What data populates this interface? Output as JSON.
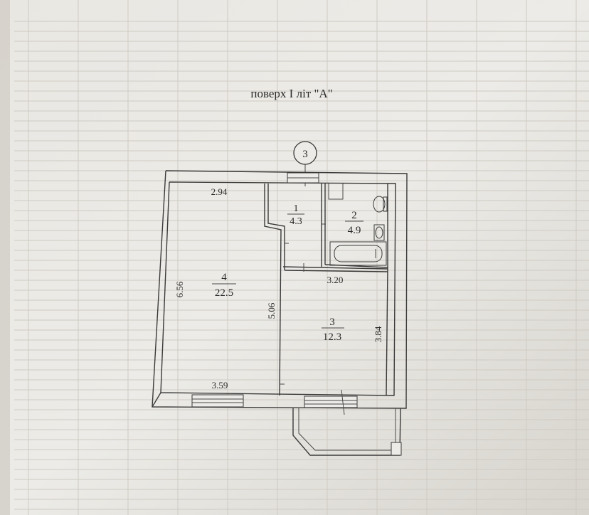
{
  "title": "поверх  I  літ \"А\"",
  "marker": "3",
  "rooms": [
    {
      "number": "1",
      "area": "4.3"
    },
    {
      "number": "2",
      "area": "4.9"
    },
    {
      "number": "3",
      "area": "12.3"
    },
    {
      "number": "4",
      "area": "22.5"
    }
  ],
  "dimensions": {
    "top_left": "2.94",
    "left_height": "6.56",
    "bottom_left": "3.59",
    "inner_wall": "5.06",
    "room3_width": "3.20",
    "room3_height": "3.84"
  }
}
